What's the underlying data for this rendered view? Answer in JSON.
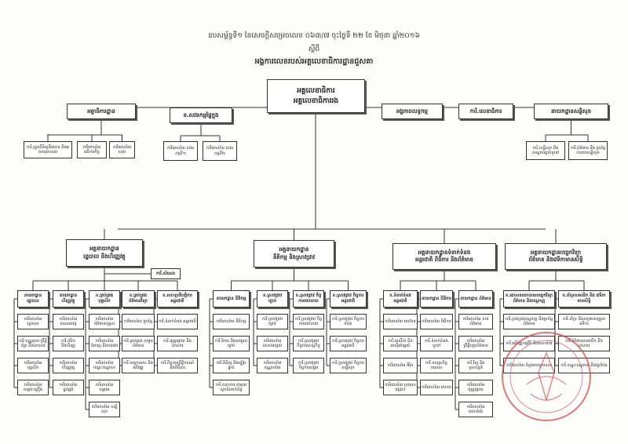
{
  "header": {
    "line1": "ឧបសម្ព័ន្ធទី១ នៃសេចក្តីសម្រេចលេខ ០៦៣/៧ ចុះថ្ងៃទី ២២ ខែ មិថុនា ឆ្នាំ២០១៦",
    "line2": "ស្តីពី",
    "line3": "អង្គការលេខរបស់អគ្គលេខាធិការដ្ឋានជួសគា"
  },
  "top": {
    "main_line1": "អគ្គលេខាធិការ",
    "main_line2": "អគ្គលេខាធិការរង"
  },
  "row1": [
    {
      "id": "r1a",
      "label": "អគ្គាធិការដ្ឋាន"
    },
    {
      "id": "r1b",
      "label": "ខ.សវនកម្មផ្ទៃក្នុង"
    },
    {
      "id": "r1c",
      "label": "អង្គភាពលទ្ធកម្ម"
    },
    {
      "id": "r1d",
      "label": "ការិ.លេខាធិការ"
    },
    {
      "id": "r1e",
      "label": "នាយកដ្ឋានសន្តិសុខ"
    }
  ],
  "row1_subs": [
    {
      "parent": "r1a",
      "label": "ការិ.ត្រួតពិនិត្យនិងរការ និងអការយោបាយ"
    },
    {
      "parent": "r1a",
      "label": "ការិយាល័យ អធិការកិច្ច"
    },
    {
      "parent": "r1a",
      "label": "ការិយាល័យ សរុប"
    },
    {
      "parent": "r1b",
      "label": "ការិយាល័យ សវនកម្មទី១"
    },
    {
      "parent": "r1b",
      "label": "ការិយាល័យ សវនកម្មទី២"
    },
    {
      "parent": "r1e",
      "label": "ការិ.សន្តិសុខ និង សណ្តាប់ធ្នាប់ទូទៅ"
    },
    {
      "parent": "r1e",
      "label": "ការិ.ព័ត៌មាន និង ប្រព័ន្ធការពារសន្តិសុខ"
    }
  ],
  "departments": [
    {
      "id": "d1",
      "line1": "អគ្គនាយកដ្ឋាន",
      "line2": "រដ្ឋបាល និងហិរញ្ញវត្ថុ",
      "extra": "ការិ.សំណេរ",
      "columns": [
        {
          "head": "នាយកដ្ឋាន រដ្ឋបាល",
          "items": [
            "ការិយាល័យ រដ្ឋបាល",
            "ការិ.បណ្ណសារ ព្រឹត្តិប័ត្រ និងឯកសារ",
            "ការិយាល័យ បុគ្គលិក",
            "ការិយាល័យ សម្ភារៈគ្រឿង"
          ]
        },
        {
          "head": "នាយកដ្ឋាន ហិរញ្ញវត្ថុ",
          "items": [
            "ការិយាល័យ គណនេយ្យ",
            "ការិ.ថវិកា និងហិរញ្ញ",
            "ការិយាល័យ ហិរញ្ញវត្ថុ",
            "ការិយាល័យ ផ្គត់ផ្គង់"
          ]
        },
        {
          "head": "ខ.គ្រប់គ្រង បុគ្គលិក",
          "items": [
            "ការិយាល័យ ព័ត៌មានបុគ្គល",
            "ការិយាល័យ ជំនាញ និងការងារ",
            "ការិយាល័យ បណ្តុះបណ្តាល",
            "ការិយាល័យ បន្តវេន",
            "ការិយាល័យ សន្តិសុខ"
          ]
        },
        {
          "head": "ខ.គ្រប់គ្រង ព័ត៌មានវិទ្យា",
          "items": [
            "ការិយាល័យ ប្រព័ន្ធ",
            "ការិ.គ្រប់គ្រង សម្ភារព័ត៌មាន",
            "ការិ.បច្ចេកទេស និងអភិវឌ្ឍ"
          ]
        },
        {
          "head": "ខ.សហប្រតិបត្តិការ អន្តរជាតិ",
          "items": [
            "ការិ.ទំនាក់ទំនង អន្តរជាតិ",
            "ការិ.ផ្សព្វផ្សាយ និងឯកសារ",
            "ការិ.កិច្ចការព្រឹត្តិការណ៍ និងពិធីការ"
          ]
        }
      ]
    },
    {
      "id": "d2",
      "line1": "អគ្គនាយកដ្ឋាន",
      "line2": "នីតិកម្ម និងស្រាវជ្រាវ",
      "columns": [
        {
          "head": "នាយកដ្ឋាន នីតិកម្ម",
          "items": [
            "ការិយាល័យ នីតិកម្ម",
            "ការិ.វិភាគ និងសម្រេចច្បាប់",
            "ការិ.ពិនិត្យ និងផ្ទៀងផ្ទាត់",
            "ការិ.សហការ ជាមួយ ស្ថាប័នពាក់ព័ន្ធ"
          ]
        },
        {
          "head": "ខ.ស្រាវជ្រាវ ច្បាប់",
          "items": [
            "ការិ.ស្រាវជ្រាវ ច្បាប់",
            "ការិយាល័យ ឯកសារច្បាប់",
            "ការិយាល័យ បណ្ណាល័យ"
          ]
        },
        {
          "head": "ខ.ស្រាវជ្រាវ កិច្ចការយោបាយ",
          "items": [
            "ការិ.ស្រាវជ្រាវ កិច្ចការយោបាយ",
            "ការិ.ស្រាវជ្រាវ កិច្ចការសេដ្ឋកិច្ច",
            "ការិ.ស្រាវជ្រាវ កិច្ចការសង្គម"
          ]
        },
        {
          "head": "ខ.ស្រាវជ្រាវ កិច្ចការអន្តរជាតិ",
          "items": [
            "ការិ.ស្រាវជ្រាវ កិច្ចការតំបន់",
            "ការិ.ស្រាវជ្រាវ កិច្ចការអន្តរជាតិ",
            "ការិ.ស្រាវជ្រាវ កិច្ចការ សន្តិសុខ"
          ]
        }
      ]
    },
    {
      "id": "d3",
      "line1": "អគ្គនាយកដ្ឋានទំនាក់ទំនង",
      "line2": "អន្តរជាតិ ពិធីការ និងព័ត៌មាន",
      "columns": [
        {
          "head": "ខ.ទំនាក់ទំនង អន្តរជាតិ",
          "items": [
            "ការិយាល័យ អាស៊ាន",
            "ការិ.អាស៊ីប៉ា និងអាស៊ីអាគ្នេយ៍",
            "ការិយាល័យ អឺរ៉ុប",
            "ការិយាល័យ ប្រទេសផ្សេងៗ"
          ]
        },
        {
          "head": "នាយកដ្ឋាន ពិធីការ",
          "items": [
            "ការិយាល័យ ពិធីការ",
            "ការិ.ទំនាក់ទំនង ទូទៅ",
            "ការិ.ទស្សនកិច្ច បរទេស",
            "ការិយាល័យ អាហារ"
          ]
        },
        {
          "head": "នាយកដ្ឋាន ព័ត៌មាន",
          "items": [
            "ការិយាល័យ សារព័ត៌មាន",
            "ការិយាល័យ ព្រឹត្តិបត្រព័ត៌មាន",
            "ការិ.វិទ្យុ និង ទូរទស្សន៍",
            "ការិយាល័យ ផ្សព្វផ្សាយ",
            "ការិយាល័យ គេហទំព័រ"
          ]
        }
      ]
    },
    {
      "id": "d4",
      "line1": "អគ្គនាយកដ្ឋានបច្ចេកវិទ្យា",
      "line2": "ព័ត៌មាន និងវេទិកាមានសិទ្ធិ",
      "columns": [
        {
          "head": "ខ.គោលនយោបាយបច្ចេកវិទ្យា ព័ត៌មាន និងបណ្តាញ",
          "items": [
            "ការិ.គ្រប់គ្រងបណ្តាញ និងប្រព័ន្ធព័ត៌មាន",
            "ការិ.អភិវឌ្ឍកម្មវិធី និងគេហទំព័រ",
            "ការិយាល័យ ជំនួយបច្ចេកទេស"
          ]
        },
        {
          "head": "ខ.គាំទ្រសមាជិក និង វេទិកាមានសិទ្ធិ",
          "items": [
            "ការិ.គាំទ្រ និងសម្របសម្រួល វេទិកា",
            "ការិ.ព័ត៌មានសមាជិក និងឯកសារ",
            "ការិ.បណ្តុះបណ្តាល និងវគ្គបំប៉ន"
          ]
        }
      ]
    }
  ]
}
